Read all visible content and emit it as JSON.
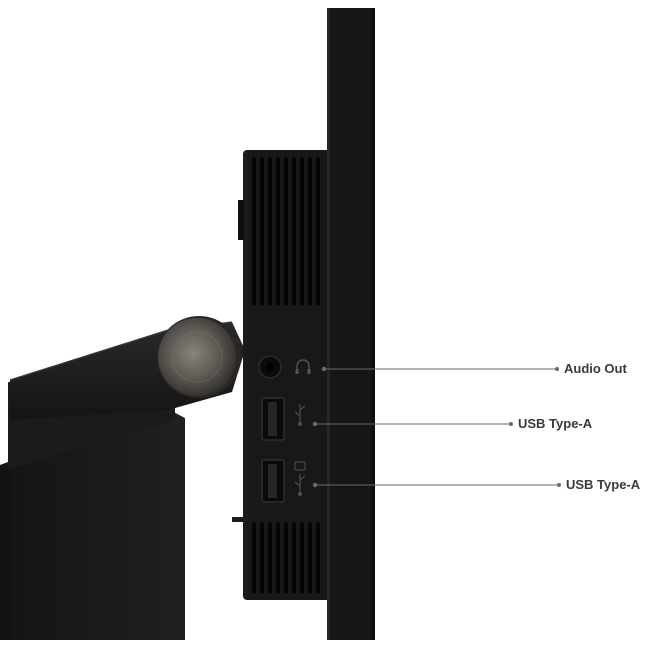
{
  "callouts": [
    {
      "id": "audio-out",
      "label": "Audio Out"
    },
    {
      "id": "usb-a-1",
      "label": "USB Type-A"
    },
    {
      "id": "usb-a-2",
      "label": "USB Type-A"
    }
  ],
  "colors": {
    "background": "#ffffff",
    "panel_body": "#161616",
    "stand": "#1a1a1a",
    "hinge_knob": "#5a5650",
    "callout_line": "#6b6b6b",
    "label_text": "#3a3a3a"
  },
  "icons": [
    "headphone-icon",
    "usb-icon",
    "usb-charging-icon"
  ]
}
